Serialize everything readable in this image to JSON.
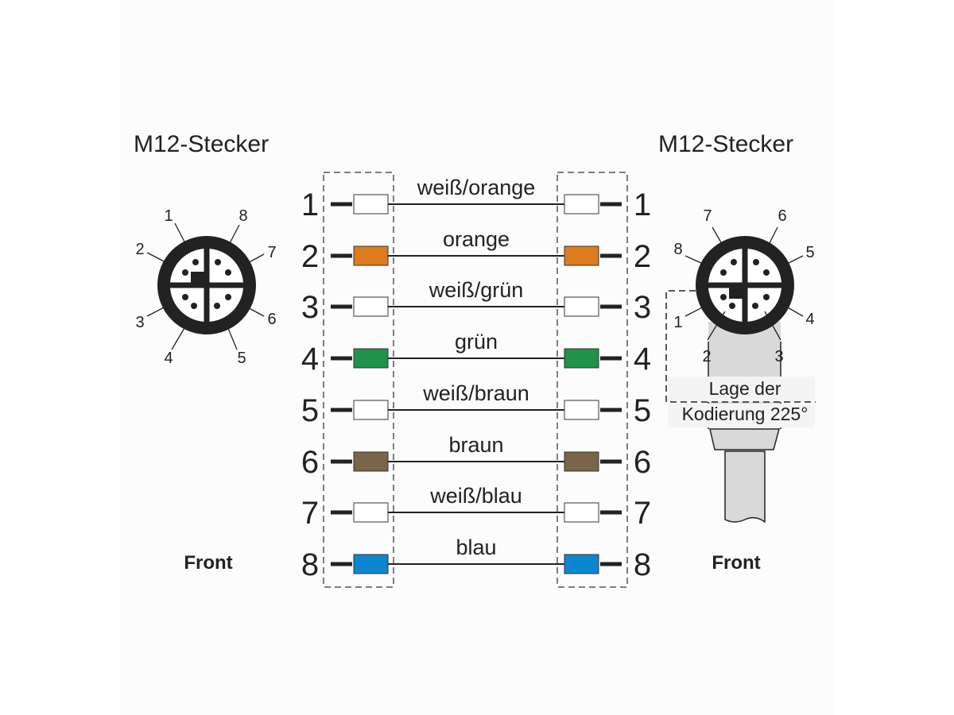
{
  "left_connector": {
    "title": "M12-Stecker",
    "footer": "Front",
    "pin_labels": [
      "1",
      "8",
      "2",
      "7",
      "3",
      "6",
      "4",
      "5"
    ]
  },
  "right_connector": {
    "title": "M12-Stecker",
    "footer": "Front",
    "pin_labels": [
      "7",
      "6",
      "8",
      "5",
      "1",
      "4",
      "2",
      "3"
    ],
    "coding_note_line1": "Lage der",
    "coding_note_line2": "Kodierung 225°"
  },
  "wires": [
    {
      "pin": "1",
      "label": "weiß/orange",
      "color": "#ffffff"
    },
    {
      "pin": "2",
      "label": "orange",
      "color": "#dd7b1f"
    },
    {
      "pin": "3",
      "label": "weiß/grün",
      "color": "#ffffff"
    },
    {
      "pin": "4",
      "label": "grün",
      "color": "#22914a"
    },
    {
      "pin": "5",
      "label": "weiß/braun",
      "color": "#ffffff"
    },
    {
      "pin": "6",
      "label": "braun",
      "color": "#7b6549"
    },
    {
      "pin": "7",
      "label": "weiß/blau",
      "color": "#ffffff"
    },
    {
      "pin": "8",
      "label": "blau",
      "color": "#0d86cf"
    }
  ],
  "colors": {
    "line": "#222222",
    "connector_body": "#222222",
    "cable_fill": "#d9d9d9"
  }
}
